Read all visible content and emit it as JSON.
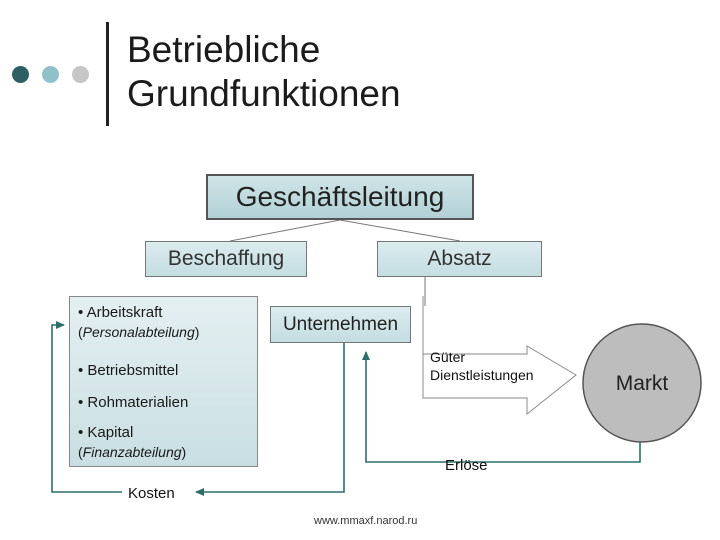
{
  "header": {
    "title_line1": "Betriebliche",
    "title_line2": "Grundfunktionen",
    "dot_colors": [
      "#2f5f62",
      "#8fc2c8",
      "#c6c6c6"
    ]
  },
  "diagram": {
    "geschaeftsleitung": "Geschäftsleitung",
    "beschaffung": "Beschaffung",
    "absatz": "Absatz",
    "unternehmen": "Unternehmen",
    "resources": [
      {
        "item": "• Arbeitskraft",
        "sub": "Personalabteilung"
      },
      {
        "item": "• Betriebsmittel",
        "sub": ""
      },
      {
        "item": "• Rohmaterialien",
        "sub": ""
      },
      {
        "item": "• Kapital",
        "sub": "Finanzabteilung"
      }
    ],
    "gueter_line1": "Güter",
    "gueter_line2": "Dienstleistungen",
    "markt": "Markt",
    "erloese": "Erlöse",
    "kosten": "Kosten"
  },
  "footer": {
    "url": "www.mmaxf.narod.ru"
  },
  "colors": {
    "box_fill": "#c4dde1",
    "markt_fill": "#bdbdbd",
    "line": "#2b6f6c"
  }
}
